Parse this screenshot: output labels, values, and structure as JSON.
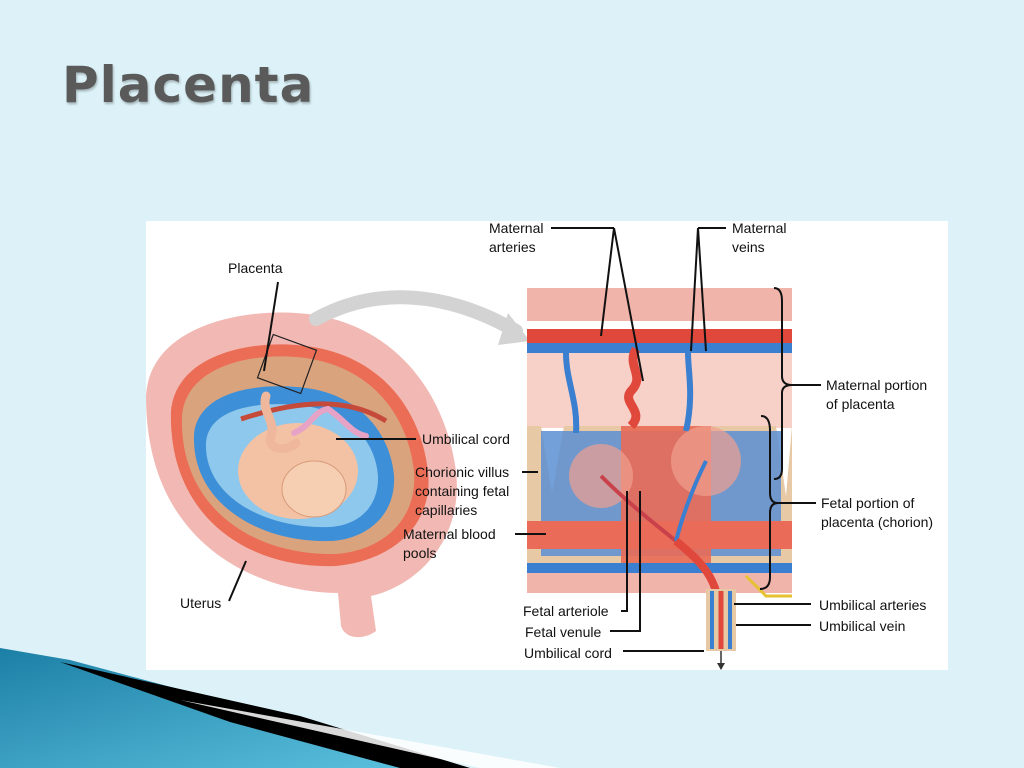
{
  "slide": {
    "title": "Placenta"
  },
  "figure": {
    "labels": {
      "placenta": "Placenta",
      "umbilical_cord_left": "Umbilical cord",
      "uterus": "Uterus",
      "maternal_arteries": "Maternal\narteries",
      "maternal_veins": "Maternal\nveins",
      "maternal_portion": "Maternal portion\nof placenta",
      "fetal_portion": "Fetal portion of\nplacenta (chorion)",
      "chorionic_villus": "Chorionic villus\ncontaining fetal\ncapillaries",
      "maternal_blood_pools": "Maternal blood\npools",
      "fetal_arteriole": "Fetal arteriole",
      "fetal_venule": "Fetal venule",
      "umbilical_cord_right": "Umbilical cord",
      "umbilical_arteries": "Umbilical arteries",
      "umbilical_vein": "Umbilical vein"
    }
  },
  "colors": {
    "background": "#dcf2f8",
    "title": "#5a5a5a",
    "artery_red": "#e0483c",
    "vein_blue": "#3a7fd0",
    "tissue_pink": "#f4b9b0",
    "tissue_tan": "#e8c9a6"
  }
}
